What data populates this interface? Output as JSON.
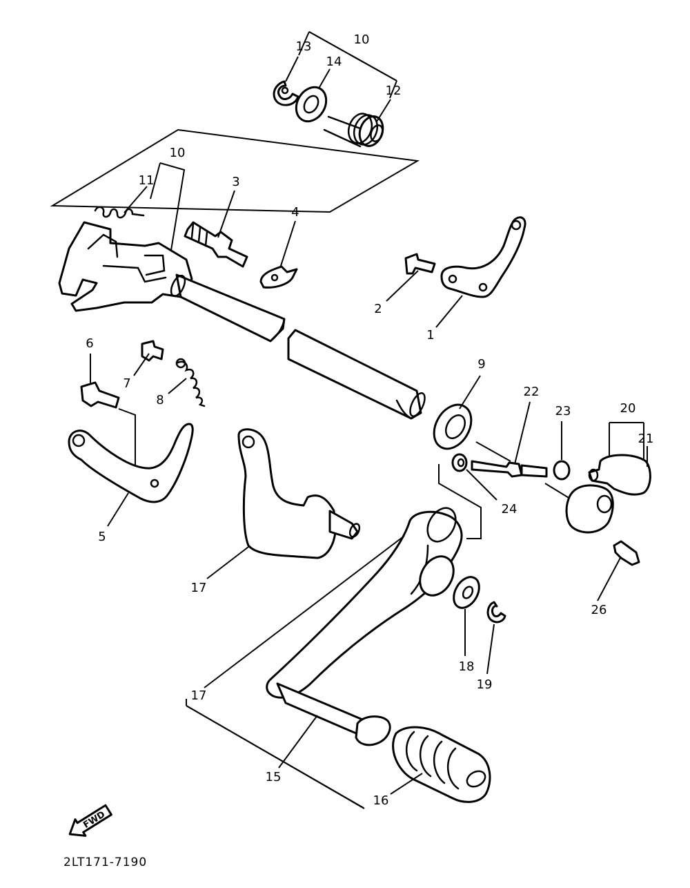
{
  "diagram": {
    "drawing_code": "2LT171-7190",
    "direction_label": "FWD",
    "callouts": [
      {
        "id": "c1",
        "text": "1"
      },
      {
        "id": "c2",
        "text": "2"
      },
      {
        "id": "c3",
        "text": "3"
      },
      {
        "id": "c4",
        "text": "4"
      },
      {
        "id": "c5",
        "text": "5"
      },
      {
        "id": "c6",
        "text": "6"
      },
      {
        "id": "c7",
        "text": "7"
      },
      {
        "id": "c8",
        "text": "8"
      },
      {
        "id": "c9",
        "text": "9"
      },
      {
        "id": "c10a",
        "text": "10"
      },
      {
        "id": "c10b",
        "text": "10"
      },
      {
        "id": "c11",
        "text": "11"
      },
      {
        "id": "c12",
        "text": "12"
      },
      {
        "id": "c13",
        "text": "13"
      },
      {
        "id": "c14",
        "text": "14"
      },
      {
        "id": "c15",
        "text": "15"
      },
      {
        "id": "c16",
        "text": "16"
      },
      {
        "id": "c17",
        "text": "17"
      },
      {
        "id": "c18",
        "text": "18"
      },
      {
        "id": "c19",
        "text": "19"
      },
      {
        "id": "c20",
        "text": "20"
      },
      {
        "id": "c21",
        "text": "21"
      },
      {
        "id": "c22",
        "text": "22"
      },
      {
        "id": "c23",
        "text": "23"
      },
      {
        "id": "c24",
        "text": "24"
      },
      {
        "id": "c25",
        "text": "25"
      },
      {
        "id": "c26",
        "text": "26"
      }
    ]
  }
}
